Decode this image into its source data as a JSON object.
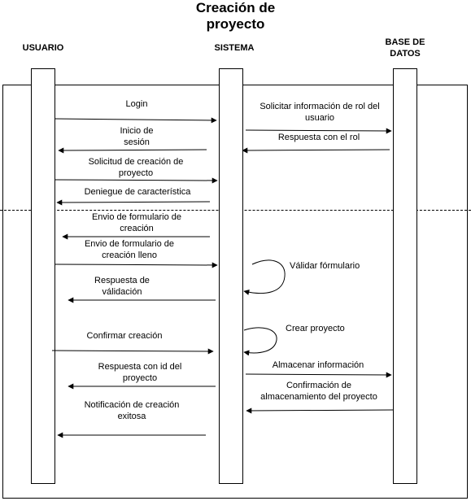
{
  "title": [
    "Creación de",
    "proyecto"
  ],
  "actors": {
    "usuario": "USUARIO",
    "sistema": "SISTEMA",
    "bd": [
      "BASE DE",
      "DATOS"
    ]
  },
  "messages": {
    "login": "Login",
    "solicitar_info": [
      "Solicitar información de rol del",
      "usuario"
    ],
    "inicio_sesion": [
      "Inicio de",
      "sesión"
    ],
    "respuesta_rol": "Respuesta con el rol",
    "solicitud_creacion": [
      "Solicitud de creación de",
      "proyecto"
    ],
    "deniegue": "Deniegue de característica",
    "envio_formulario": [
      "Envio de formulario de",
      "creación"
    ],
    "envio_formulario_lleno": [
      "Envio de formulario de",
      "creación lleno"
    ],
    "validar": "Válidar fórmulario",
    "respuesta_validacion": [
      "Respuesta de",
      "válidación"
    ],
    "confirmar": "Confirmar creación",
    "crear": "Crear proyecto",
    "almacenar": "Almacenar información",
    "respuesta_id": [
      "Respuesta con id del",
      "proyecto"
    ],
    "confirmacion_almacenamiento": [
      "Confirmación de",
      "almacenamiento del proyecto"
    ],
    "notificacion": [
      "Notificación de creación",
      "exitosa"
    ]
  }
}
